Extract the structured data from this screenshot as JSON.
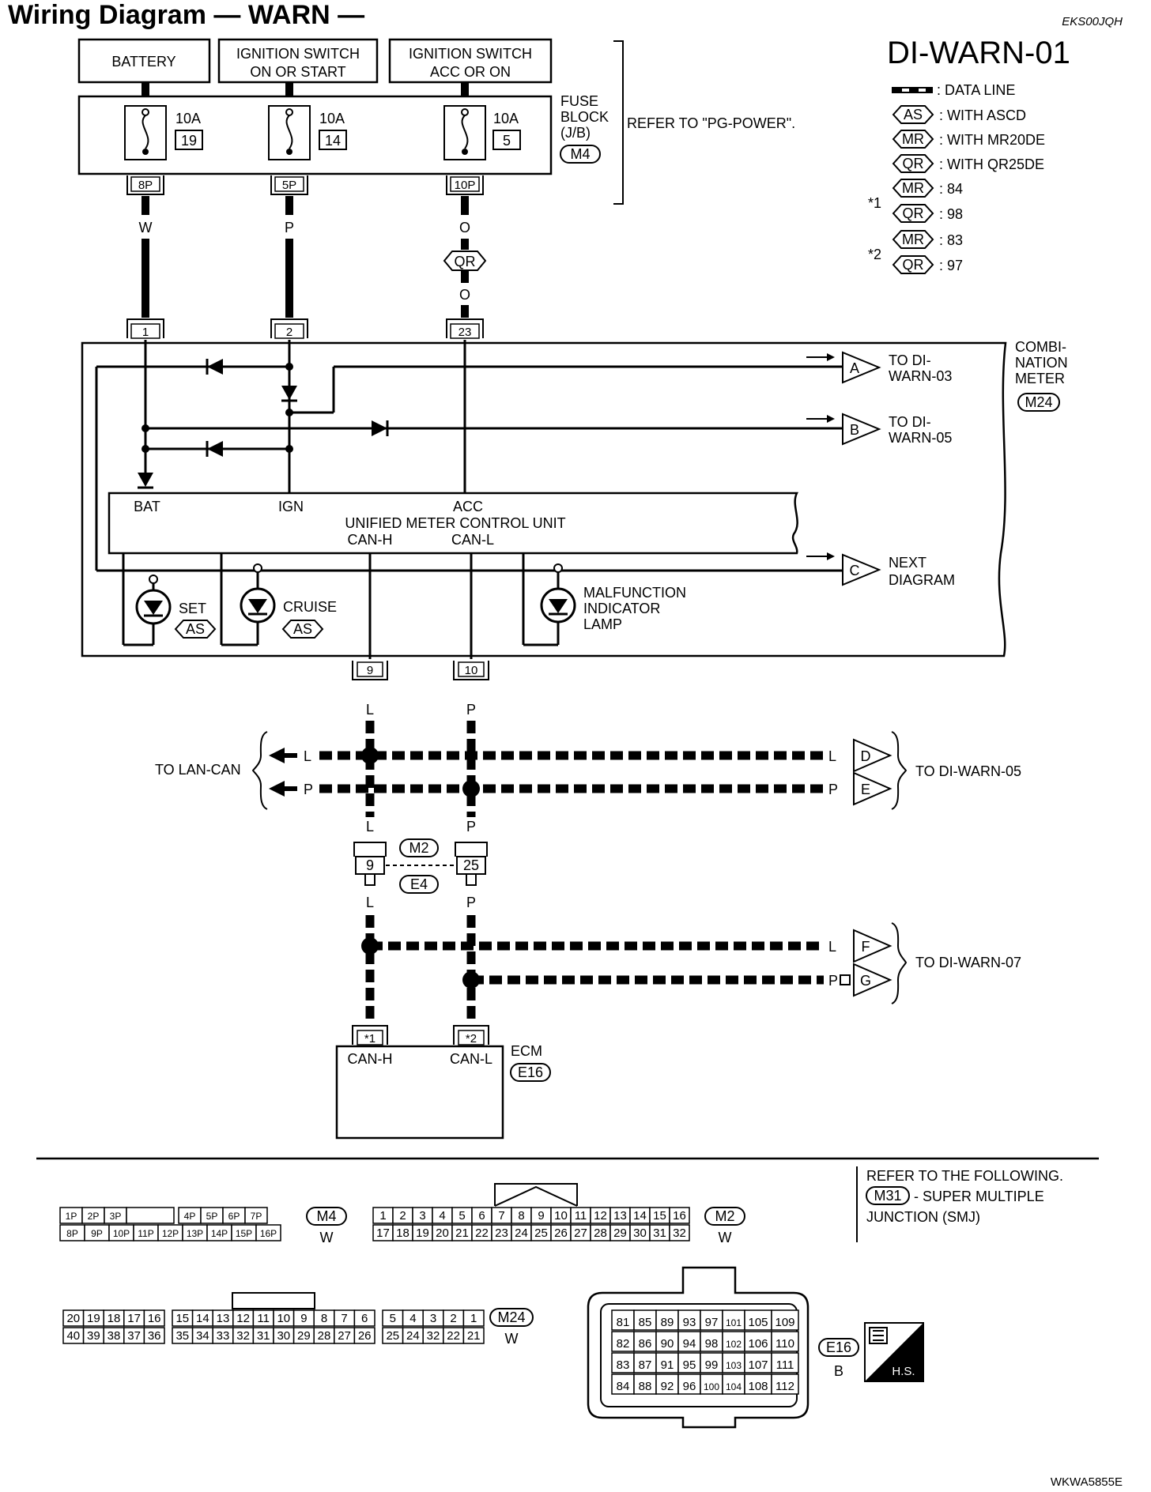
{
  "header": {
    "title": "Wiring Diagram — WARN —",
    "doc_code": "EKS00JQH",
    "page_id": "DI-WARN-01"
  },
  "legend": {
    "data_line": ": DATA LINE",
    "as_tag": "AS",
    "as_text": ": WITH ASCD",
    "mr_tag": "MR",
    "mr_text": ": WITH MR20DE",
    "qr_tag": "QR",
    "qr_text": ": WITH QR25DE",
    "note1_mark": "*1",
    "note1_mr": ": 84",
    "note1_qr": ": 98",
    "note2_mark": "*2",
    "note2_mr": ": 83",
    "note2_qr": ": 97"
  },
  "power": {
    "battery": "BATTERY",
    "ign1": "IGNITION SWITCH",
    "ign2": "ON OR START",
    "acc1": "IGNITION SWITCH",
    "acc2": "ACC OR ON",
    "fuse_amp": "10A",
    "fuse1_no": "19",
    "fuse2_no": "14",
    "fuse3_no": "5",
    "fb1": "FUSE",
    "fb2": "BLOCK",
    "fb3": "(J/B)",
    "fb_conn": "M4",
    "refer": "REFER TO \"PG-POWER\".",
    "pin1": "8P",
    "pin2": "5P",
    "pin3": "10P",
    "wire_w": "W",
    "wire_p": "P",
    "wire_o": "O",
    "qr_tag": "QR"
  },
  "meter": {
    "pin_bat": "1",
    "pin_ign": "2",
    "pin_acc": "23",
    "name1": "COMBI-",
    "name2": "NATION",
    "name3": "METER",
    "conn": "M24",
    "to_a": "A",
    "to_a1": "TO DI-",
    "to_a2": "WARN-03",
    "to_b": "B",
    "to_b1": "TO DI-",
    "to_b2": "WARN-05",
    "to_c": "C",
    "to_c1": "NEXT",
    "to_c2": "DIAGRAM",
    "bat": "BAT",
    "ign": "IGN",
    "acc": "ACC",
    "unit": "UNIFIED METER CONTROL UNIT",
    "canh": "CAN-H",
    "canl": "CAN-L",
    "set": "SET",
    "cruise": "CRUISE",
    "as": "AS",
    "mil1": "MALFUNCTION",
    "mil2": "INDICATOR",
    "mil3": "LAMP",
    "pin_canh": "9",
    "pin_canl": "10"
  },
  "can": {
    "l": "L",
    "p": "P",
    "to_lan": "TO LAN-CAN",
    "to_warn05": "TO DI-WARN-05",
    "d": "D",
    "e": "E",
    "m2": "M2",
    "e4": "E4",
    "pin9": "9",
    "pin25": "25",
    "to_warn07": "TO DI-WARN-07",
    "f": "F",
    "g": "G"
  },
  "ecm": {
    "pin1": "*1",
    "pin2": "*2",
    "canh": "CAN-H",
    "canl": "CAN-L",
    "name": "ECM",
    "conn": "E16"
  },
  "connectors": {
    "m4_row1": [
      "1P",
      "2P",
      "3P",
      "",
      "4P",
      "5P",
      "6P",
      "7P"
    ],
    "m4_row2": [
      "8P",
      "9P",
      "10P",
      "11P",
      "12P",
      "13P",
      "14P",
      "15P",
      "16P"
    ],
    "m4_tag": "M4",
    "m4_color": "W",
    "m2_row1": [
      "1",
      "2",
      "3",
      "4",
      "5",
      "6",
      "7",
      "8",
      "9",
      "10",
      "11",
      "12",
      "13",
      "14",
      "15",
      "16"
    ],
    "m2_row2": [
      "17",
      "18",
      "19",
      "20",
      "21",
      "22",
      "23",
      "24",
      "25",
      "26",
      "27",
      "28",
      "29",
      "30",
      "31",
      "32"
    ],
    "m2_tag": "M2",
    "m2_color": "W",
    "refer1": "REFER TO THE FOLLOWING.",
    "refer_tag": "M31",
    "refer2": "- SUPER MULTIPLE",
    "refer3": "JUNCTION (SMJ)",
    "m24_row1": [
      "20",
      "19",
      "18",
      "17",
      "16",
      "15",
      "14",
      "13",
      "12",
      "11",
      "10",
      "9",
      "8",
      "7",
      "6",
      "5",
      "4",
      "3",
      "2",
      "1"
    ],
    "m24_row2": [
      "40",
      "39",
      "38",
      "37",
      "36",
      "35",
      "34",
      "33",
      "32",
      "31",
      "30",
      "29",
      "28",
      "27",
      "26",
      "25",
      "24",
      "32",
      "22",
      "21"
    ],
    "m24_tag": "M24",
    "m24_color": "W",
    "e16_r1": [
      "81",
      "85",
      "89",
      "93",
      "97",
      "101",
      "105",
      "109"
    ],
    "e16_r2": [
      "82",
      "86",
      "90",
      "94",
      "98",
      "102",
      "106",
      "110"
    ],
    "e16_r3": [
      "83",
      "87",
      "91",
      "95",
      "99",
      "103",
      "107",
      "111"
    ],
    "e16_r4": [
      "84",
      "88",
      "92",
      "96",
      "100",
      "104",
      "108",
      "112"
    ],
    "e16_tag": "E16",
    "e16_color": "B",
    "hs": "H.S."
  },
  "footer": {
    "fig_code": "WKWA5855E"
  }
}
